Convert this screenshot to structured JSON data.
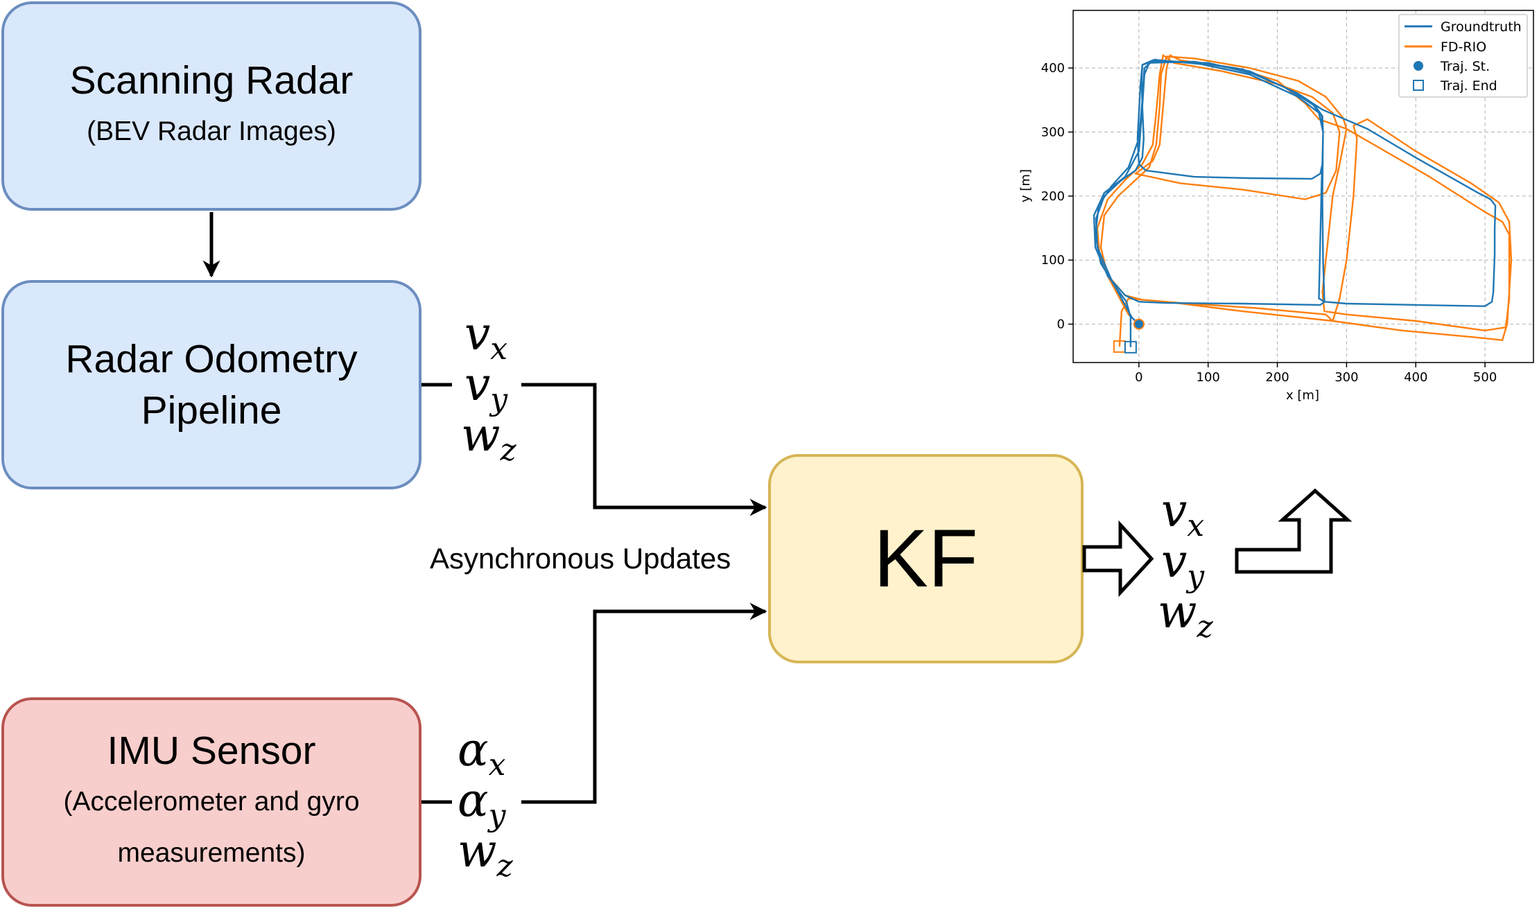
{
  "blocks": {
    "scanning_radar": {
      "title": "Scanning Radar",
      "subtitle": "(BEV Radar Images)"
    },
    "radar_odometry": {
      "line1": "Radar Odometry",
      "line2": "Pipeline"
    },
    "imu": {
      "title": "IMU Sensor",
      "sub1": "(Accelerometer and gyro",
      "sub2": "measurements)"
    },
    "kf": {
      "label": "KF"
    }
  },
  "labels": {
    "async": "Asynchronous Updates"
  },
  "math": {
    "radar_vars": [
      {
        "base": "v",
        "sub": "x"
      },
      {
        "base": "v",
        "sub": "y"
      },
      {
        "base": "w",
        "sub": "z"
      }
    ],
    "imu_vars": [
      {
        "base": "α",
        "sub": "x"
      },
      {
        "base": "α",
        "sub": "y"
      },
      {
        "base": "w",
        "sub": "z"
      }
    ],
    "out_vars": [
      {
        "base": "v",
        "sub": "x"
      },
      {
        "base": "v",
        "sub": "y"
      },
      {
        "base": "w",
        "sub": "z"
      }
    ]
  },
  "colors": {
    "blue_fill": "#dae8fc",
    "blue_border": "#6c8ebf",
    "red_fill": "#f8cecc",
    "red_border": "#b85450",
    "yellow_fill": "#fff2cc",
    "yellow_border": "#d6b656",
    "groundtruth": "#1f77b4",
    "fdrio": "#ff7f0e"
  },
  "chart_data": {
    "type": "line",
    "xlabel": "x [m]",
    "ylabel": "y [m]",
    "xlim": [
      -95,
      570
    ],
    "ylim": [
      -60,
      490
    ],
    "xticks": [
      0,
      100,
      200,
      300,
      400,
      500
    ],
    "yticks": [
      0,
      100,
      200,
      300,
      400
    ],
    "grid": true,
    "legend_position": "top-right",
    "legend": [
      "Groundtruth",
      "FD-RIO",
      "Traj. St.",
      "Traj. End"
    ],
    "start_point": [
      0,
      0
    ],
    "end_points": {
      "Groundtruth": [
        -12,
        -36
      ],
      "FD-RIO": [
        -28,
        -35
      ]
    },
    "series": [
      {
        "name": "Groundtruth",
        "color": "#1f77b4",
        "points": [
          [
            0,
            0
          ],
          [
            -10,
            10
          ],
          [
            -20,
            30
          ],
          [
            -40,
            70
          ],
          [
            -60,
            120
          ],
          [
            -62,
            165
          ],
          [
            -50,
            200
          ],
          [
            -25,
            225
          ],
          [
            -5,
            240
          ],
          [
            5,
            260
          ],
          [
            7,
            290
          ],
          [
            5,
            340
          ],
          [
            4,
            380
          ],
          [
            5,
            405
          ],
          [
            20,
            412
          ],
          [
            90,
            408
          ],
          [
            160,
            395
          ],
          [
            220,
            365
          ],
          [
            255,
            340
          ],
          [
            265,
            325
          ],
          [
            266,
            300
          ],
          [
            265,
            250
          ],
          [
            264,
            225
          ],
          [
            260,
            40
          ],
          [
            268,
            35
          ],
          [
            300,
            32
          ],
          [
            400,
            30
          ],
          [
            500,
            28
          ],
          [
            510,
            35
          ],
          [
            512,
            50
          ],
          [
            514,
            110
          ],
          [
            514,
            150
          ],
          [
            515,
            185
          ],
          [
            508,
            195
          ],
          [
            490,
            205
          ],
          [
            400,
            260
          ],
          [
            330,
            305
          ],
          [
            265,
            335
          ],
          [
            230,
            360
          ],
          [
            170,
            390
          ],
          [
            100,
            408
          ],
          [
            20,
            410
          ],
          [
            5,
            405
          ],
          [
            2,
            370
          ],
          [
            0,
            330
          ],
          [
            -2,
            290
          ],
          [
            0,
            250
          ],
          [
            10,
            240
          ],
          [
            80,
            230
          ],
          [
            160,
            228
          ],
          [
            250,
            227
          ],
          [
            262,
            235
          ],
          [
            265,
            250
          ],
          [
            266,
            300
          ],
          [
            264,
            325
          ],
          [
            250,
            345
          ],
          [
            210,
            370
          ],
          [
            150,
            398
          ],
          [
            80,
            410
          ],
          [
            15,
            408
          ],
          [
            8,
            390
          ],
          [
            5,
            340
          ],
          [
            0,
            270
          ],
          [
            -20,
            230
          ],
          [
            -50,
            205
          ],
          [
            -65,
            170
          ],
          [
            -63,
            120
          ],
          [
            -45,
            75
          ],
          [
            -20,
            45
          ],
          [
            0,
            35
          ],
          [
            40,
            33
          ],
          [
            150,
            32
          ],
          [
            262,
            30
          ],
          [
            268,
            35
          ],
          [
            266,
            100
          ],
          [
            265,
            200
          ],
          [
            266,
            300
          ],
          [
            260,
            330
          ],
          [
            230,
            355
          ],
          [
            160,
            390
          ],
          [
            90,
            406
          ],
          [
            22,
            413
          ],
          [
            8,
            400
          ],
          [
            5,
            350
          ],
          [
            0,
            290
          ],
          [
            -15,
            245
          ],
          [
            -40,
            215
          ],
          [
            -58,
            185
          ],
          [
            -63,
            140
          ],
          [
            -55,
            95
          ],
          [
            -35,
            60
          ],
          [
            -18,
            35
          ],
          [
            -12,
            10
          ],
          [
            -12,
            -36
          ]
        ]
      },
      {
        "name": "FD-RIO",
        "color": "#ff7f0e",
        "points": [
          [
            0,
            0
          ],
          [
            -15,
            15
          ],
          [
            -25,
            35
          ],
          [
            -45,
            75
          ],
          [
            -55,
            120
          ],
          [
            -50,
            170
          ],
          [
            -30,
            200
          ],
          [
            -5,
            225
          ],
          [
            15,
            245
          ],
          [
            25,
            280
          ],
          [
            30,
            340
          ],
          [
            32,
            390
          ],
          [
            40,
            418
          ],
          [
            80,
            415
          ],
          [
            160,
            400
          ],
          [
            230,
            380
          ],
          [
            270,
            355
          ],
          [
            295,
            322
          ],
          [
            300,
            305
          ],
          [
            290,
            250
          ],
          [
            280,
            200
          ],
          [
            270,
            100
          ],
          [
            265,
            50
          ],
          [
            268,
            20
          ],
          [
            300,
            15
          ],
          [
            400,
            5
          ],
          [
            500,
            -10
          ],
          [
            530,
            -5
          ],
          [
            535,
            40
          ],
          [
            535,
            100
          ],
          [
            535,
            140
          ],
          [
            525,
            160
          ],
          [
            500,
            175
          ],
          [
            420,
            230
          ],
          [
            340,
            280
          ],
          [
            300,
            305
          ],
          [
            260,
            320
          ],
          [
            240,
            345
          ],
          [
            200,
            380
          ],
          [
            140,
            400
          ],
          [
            60,
            412
          ],
          [
            45,
            420
          ],
          [
            40,
            400
          ],
          [
            35,
            340
          ],
          [
            30,
            280
          ],
          [
            20,
            255
          ],
          [
            -5,
            235
          ],
          [
            60,
            220
          ],
          [
            150,
            210
          ],
          [
            240,
            195
          ],
          [
            270,
            205
          ],
          [
            285,
            240
          ],
          [
            290,
            300
          ],
          [
            280,
            330
          ],
          [
            250,
            355
          ],
          [
            200,
            375
          ],
          [
            120,
            395
          ],
          [
            50,
            408
          ],
          [
            35,
            420
          ],
          [
            30,
            390
          ],
          [
            25,
            330
          ],
          [
            20,
            280
          ],
          [
            5,
            250
          ],
          [
            -20,
            225
          ],
          [
            -45,
            195
          ],
          [
            -60,
            150
          ],
          [
            -57,
            110
          ],
          [
            -40,
            70
          ],
          [
            -20,
            45
          ],
          [
            5,
            38
          ],
          [
            60,
            33
          ],
          [
            170,
            25
          ],
          [
            270,
            15
          ],
          [
            280,
            5
          ],
          [
            290,
            40
          ],
          [
            300,
            100
          ],
          [
            310,
            200
          ],
          [
            315,
            290
          ],
          [
            310,
            310
          ],
          [
            330,
            320
          ],
          [
            400,
            270
          ],
          [
            480,
            220
          ],
          [
            520,
            190
          ],
          [
            535,
            160
          ],
          [
            538,
            100
          ],
          [
            532,
            0
          ],
          [
            525,
            -25
          ],
          [
            480,
            -20
          ],
          [
            380,
            -10
          ],
          [
            280,
            5
          ],
          [
            150,
            20
          ],
          [
            40,
            35
          ],
          [
            5,
            38
          ],
          [
            -15,
            40
          ],
          [
            -25,
            20
          ],
          [
            -28,
            -35
          ]
        ]
      }
    ]
  }
}
